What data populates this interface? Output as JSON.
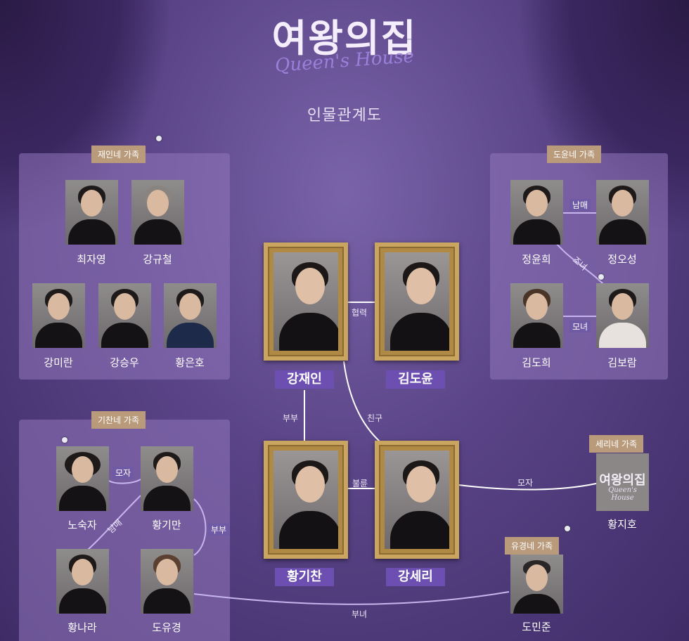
{
  "header": {
    "logo_main": "여왕의집",
    "logo_sub": "Queen's House",
    "subtitle": "인물관계도"
  },
  "families": {
    "jaein": "재인네 가족",
    "doyun": "도윤네 가족",
    "gichan": "기찬네 가족",
    "seri": "세리네 가족",
    "yugyeong": "유경네 가족"
  },
  "people": {
    "choijayoung": "최자영",
    "kanggyucheol": "강규철",
    "kangmiran": "강미란",
    "kangseungwoo": "강승우",
    "hwangeunho": "황은호",
    "jeongyunhee": "정윤희",
    "jeongoseong": "정오성",
    "kimdohee": "김도희",
    "kimboram": "김보람",
    "nosukja": "노숙자",
    "hwanggiman": "황기만",
    "hwangnara": "황나라",
    "doyugyeong": "도유경",
    "hwangjiho": "황지호",
    "dominjun": "도민준"
  },
  "main": {
    "kangjaein": "강재인",
    "kimdoyun": "김도윤",
    "hwanggichan": "황기찬",
    "kangseri": "강세리"
  },
  "relations": {
    "cooperation": "협력",
    "couple": "부부",
    "friend": "친구",
    "affair": "불륜",
    "mother_son_seri": "모자",
    "siblings_doyun": "남매",
    "niece": "조녀",
    "mother_daughter": "모녀",
    "mother_son_gichan": "모자",
    "siblings_gichan": "남매",
    "couple_giman": "부부",
    "father_daughter": "부녀"
  },
  "colors": {
    "background": "#5a4487",
    "panel": "#9176bc",
    "tag": "#b99a7b",
    "name_label": "#6c4fb0",
    "frame_gold": "#c9a560"
  }
}
